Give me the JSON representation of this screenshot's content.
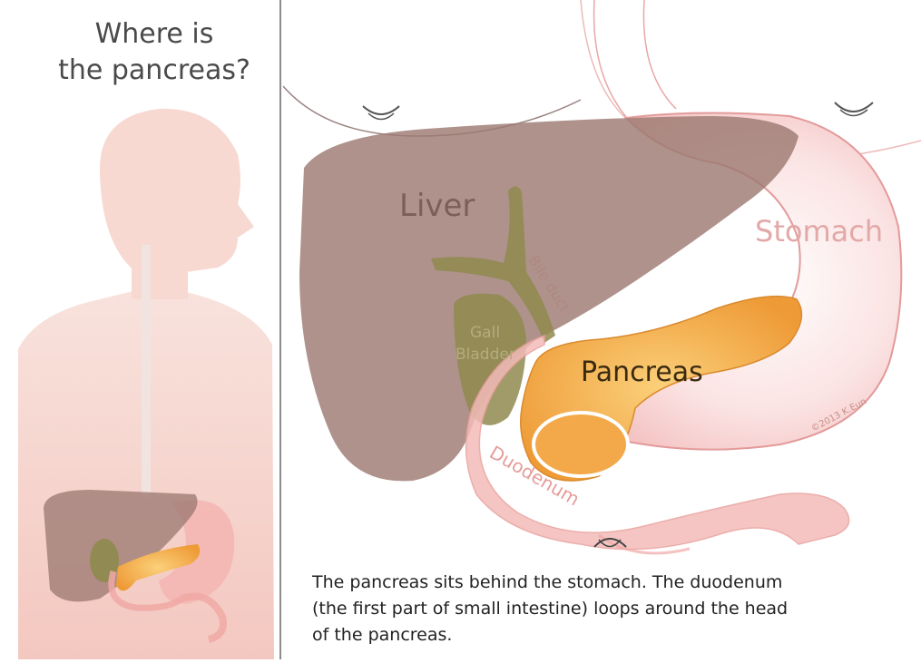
{
  "left_panel": {
    "title_line1": "Where is",
    "title_line2": "the pancreas?"
  },
  "labels": {
    "liver": "Liver",
    "stomach": "Stomach",
    "bile_duct": "Bile duct",
    "gall_bladder_line1": "Gall",
    "gall_bladder_line2": "Bladder",
    "pancreas": "Pancreas",
    "duodenum": "Duodenum",
    "copyright": "©2013 K.Eun"
  },
  "caption": {
    "line1": "The pancreas sits behind the stomach. The duodenum",
    "line2": "(the first part of small intestine) loops around the head",
    "line3": "of the pancreas."
  },
  "colors": {
    "liver": "#9c7a72",
    "stomach": "#f6c9c9",
    "pancreas": "#f3a94a",
    "gall_bladder": "#8f8a4e",
    "duodenum": "#f1b3b0",
    "body_skin": "#f6d6cf"
  }
}
